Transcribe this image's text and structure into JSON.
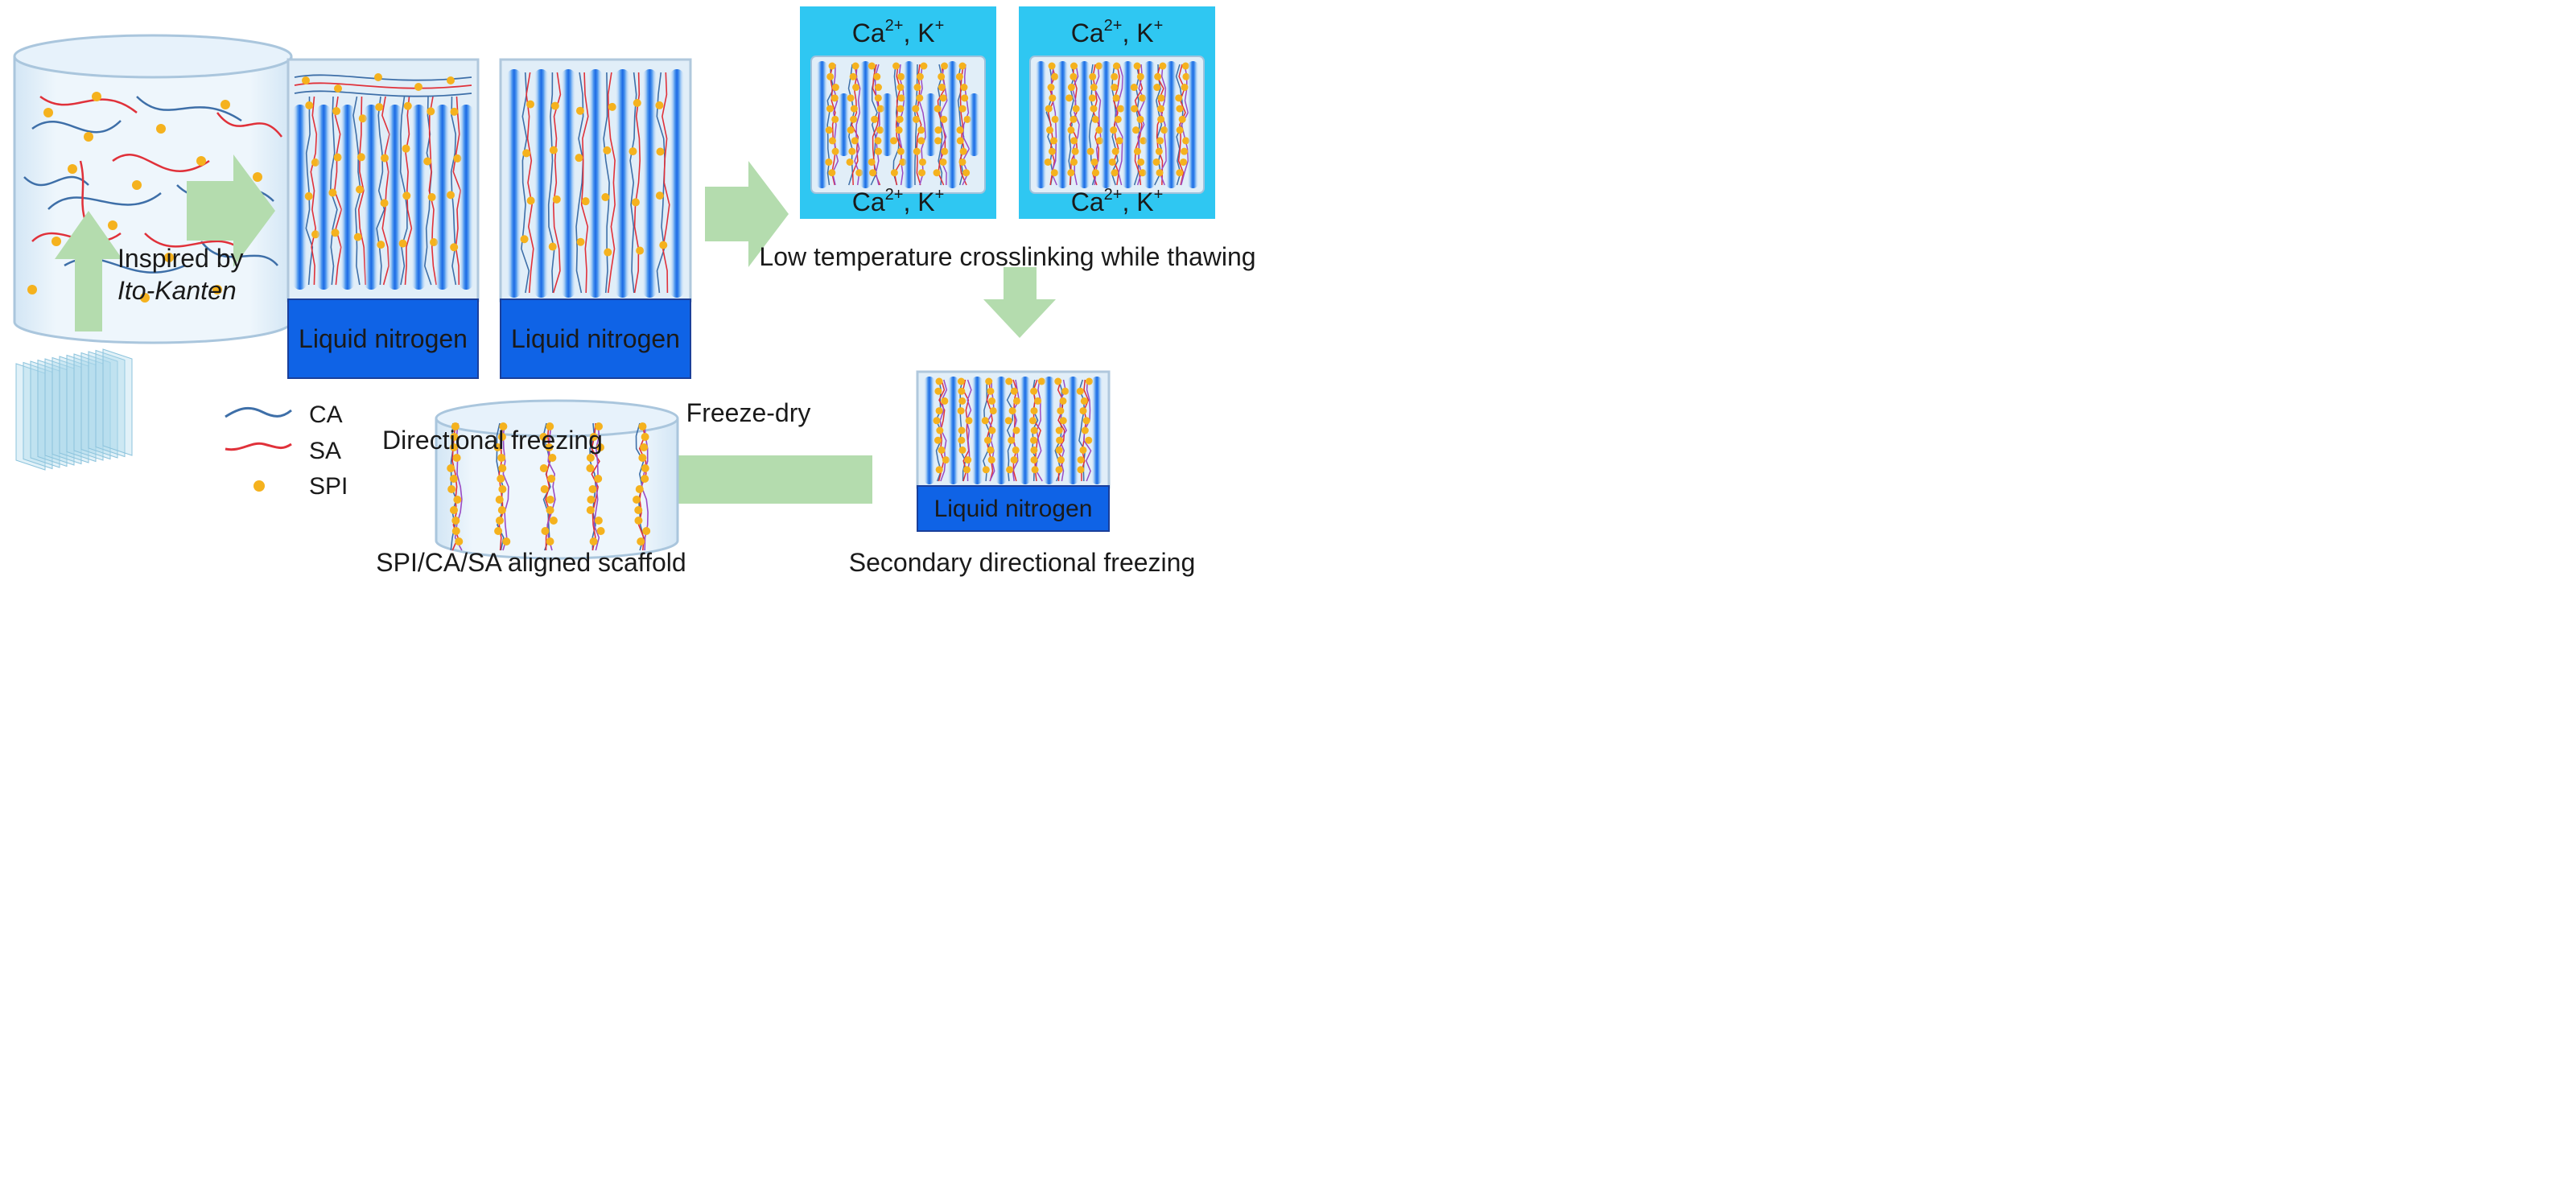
{
  "steps": {
    "freezing": {
      "label": "Directional freezing",
      "base_label": "Liquid nitrogen"
    },
    "crosslinking": {
      "label": "Low temperature crosslinking while thawing",
      "ion_base": "Ca",
      "ion_charge": "2+",
      "ion_rest": ", K",
      "ion_rest_charge": "+"
    },
    "secondary": {
      "label": "Secondary directional freezing",
      "base_label": "Liquid nitrogen"
    },
    "freeze_dry": {
      "label": "Freeze-dry"
    },
    "scaffold": {
      "label": "SPI/CA/SA aligned scaffold"
    },
    "inspiration": {
      "line1": "Inspired by",
      "line2": "Ito-Kanten"
    }
  },
  "legend": {
    "items": [
      {
        "label": "CA",
        "color": "#3e6fa8"
      },
      {
        "label": "SA",
        "color": "#e0313a"
      },
      {
        "label": "SPI",
        "color": "#f5b21e"
      }
    ]
  },
  "colors": {
    "arrow": "#b4dcae",
    "nitrogen": "#0f63e6",
    "ion_bath": "#2fc7f2",
    "ice_column": "#2276e8",
    "frame_fill": "#e1eef8",
    "frame_edge": "#b0c8dd",
    "ca_fiber": "#3e6fa8",
    "sa_fiber": "#e0313a",
    "spi_particle": "#f5b21e",
    "crosslink": "#9a4bc4"
  }
}
